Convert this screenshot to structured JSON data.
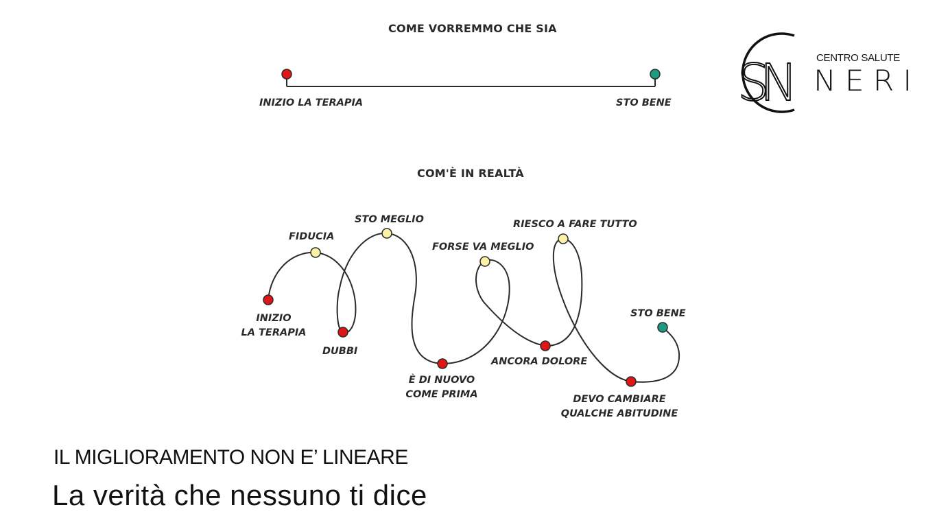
{
  "ideal": {
    "heading": "COME VORREMMO CHE SIA",
    "start_label": "INIZIO LA TERAPIA",
    "end_label": "STO BENE"
  },
  "reality": {
    "heading": "COM'È IN REALTÀ",
    "steps": {
      "inizio": [
        "INIZIO",
        "LA TERAPIA"
      ],
      "fiducia": "FIDUCIA",
      "dubbi": "DUBBI",
      "sto_meglio": "STO MEGLIO",
      "di_nuovo": [
        "È DI NUOVO",
        "COME PRIMA"
      ],
      "forse": "FORSE VA MEGLIO",
      "ancora": "ANCORA DOLORE",
      "riesco": "RIESCO A FARE TUTTO",
      "devo": [
        "DEVO CAMBIARE",
        "QUALCHE ABITUDINE"
      ],
      "sto_bene": "STO BENE"
    }
  },
  "logo": {
    "monogram": "SN",
    "line1": "CENTRO SALUTE",
    "line2": "NERI"
  },
  "footer": {
    "title": "IL MIGLIORAMENTO NON E’ LINEARE",
    "subtitle": "La verità che nessuno ti dice"
  },
  "colors": {
    "red": "#e01515",
    "yellow": "#fbf2a8",
    "teal": "#1d9a80",
    "line": "#2b2b2b"
  }
}
